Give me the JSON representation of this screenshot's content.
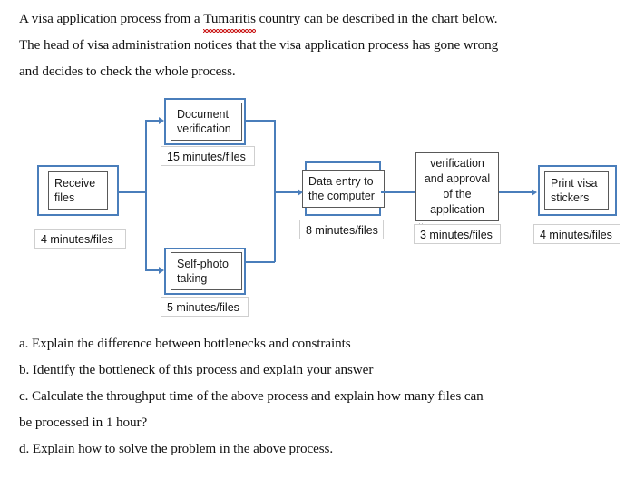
{
  "intro": {
    "line1_before": "A visa application process from a ",
    "line1_misspelled": "Tumaritis",
    "line1_after": " country can be described in the chart below.",
    "line2": "The head of visa administration notices that the visa application process has gone wrong",
    "line3": "and decides to check the whole process."
  },
  "flowchart": {
    "nodes": [
      {
        "id": "receive-files",
        "label": "Receive\nfiles",
        "time": "4 minutes/files"
      },
      {
        "id": "document-verification",
        "label": "Document\nverification",
        "time": "15 minutes/files"
      },
      {
        "id": "self-photo-taking",
        "label": "Self-photo\ntaking",
        "time": "5 minutes/files"
      },
      {
        "id": "data-entry",
        "label": "Data entry to\nthe computer",
        "time": "8 minutes/files"
      },
      {
        "id": "verification-approval",
        "label": "verification\nand approval\nof the\napplication",
        "time": "3 minutes/files"
      },
      {
        "id": "print-visa-stickers",
        "label": "Print visa\nstickers",
        "time": "4 minutes/files"
      }
    ],
    "accent_color": "#4a7ebb",
    "node_border_color": "#595959",
    "time_border_color": "#cfcfcf"
  },
  "questions": {
    "a": "a. Explain the difference between bottlenecks and constraints",
    "b": "b. Identify the bottleneck of this process and explain your answer",
    "c_line1": "c. Calculate the throughput time of the above process and explain how many files can",
    "c_line2": "be processed in 1 hour?",
    "d": "d. Explain how to solve the problem in the above process."
  }
}
